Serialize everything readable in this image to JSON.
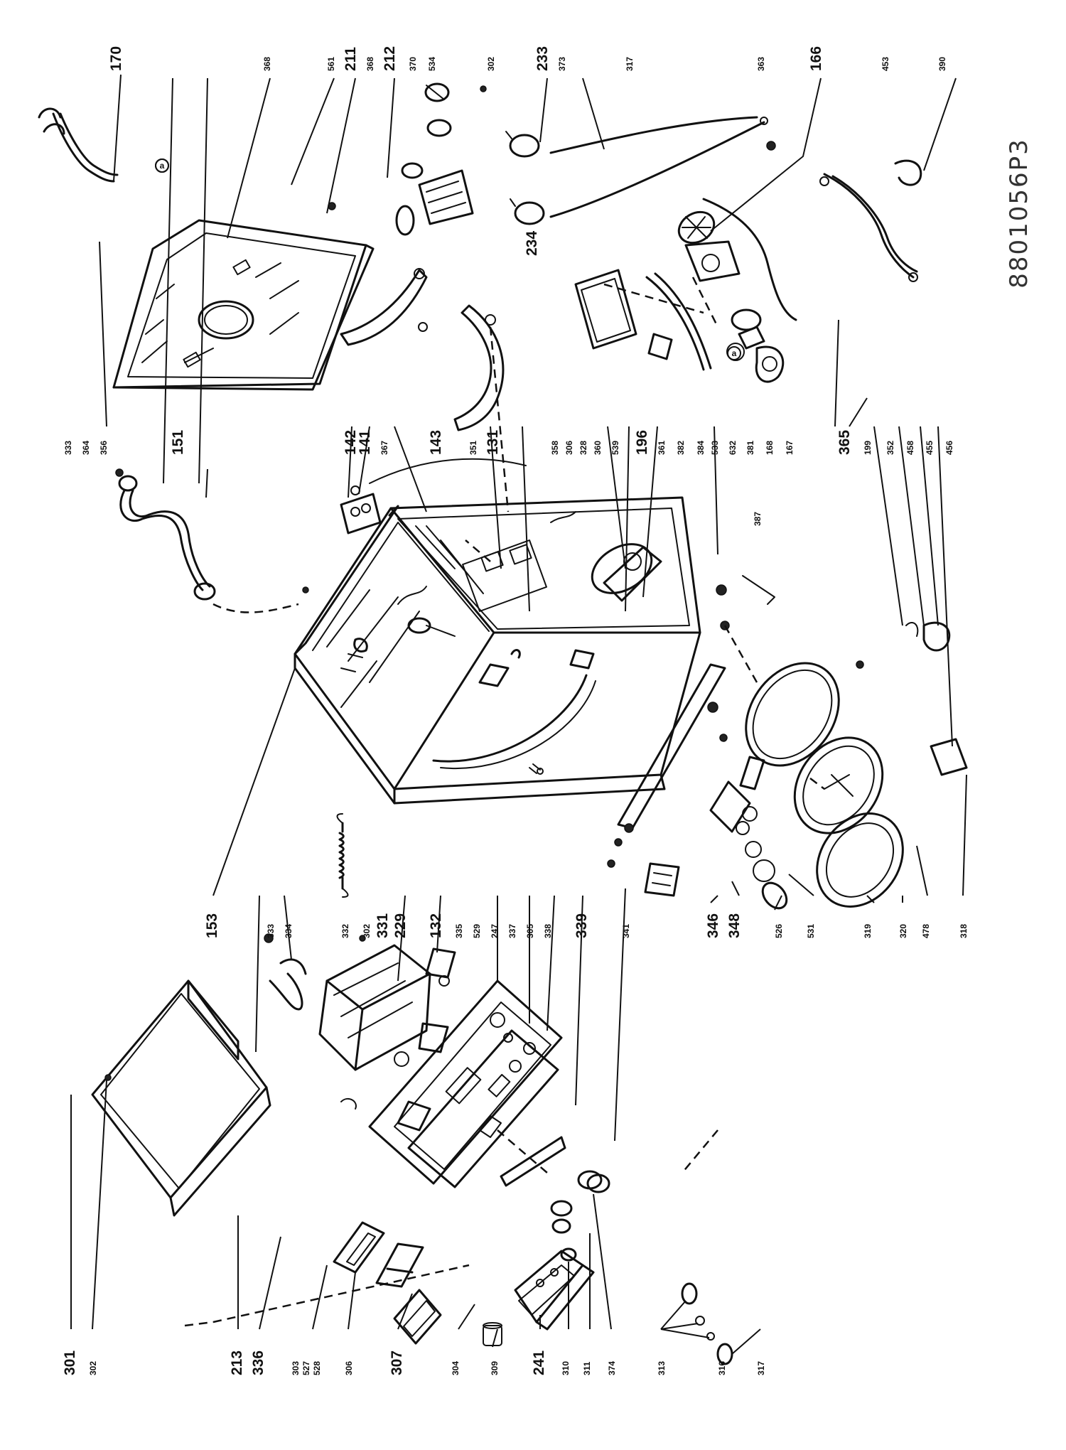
{
  "drawing_code": "8801056P3",
  "labels_rear": [
    "170",
    "368",
    "561",
    "211",
    "368",
    "212",
    "370",
    "534",
    "302",
    "233",
    "373",
    "317",
    "363",
    "166",
    "453",
    "390"
  ],
  "labels_rear_lower": [
    "234"
  ],
  "labels_mid_left": [
    "333",
    "364",
    "356",
    "151",
    "142",
    "141",
    "367",
    "143"
  ],
  "labels_mid": [
    "351",
    "131",
    "358",
    "306",
    "328",
    "360",
    "196",
    "361",
    "382",
    "384",
    "539",
    "533",
    "632",
    "381",
    "168",
    "167",
    "387"
  ],
  "labels_front_right": [
    "365",
    "199",
    "352",
    "458",
    "455",
    "456"
  ],
  "labels_front": [
    "153",
    "332",
    "333",
    "334",
    "302",
    "331",
    "229",
    "132",
    "335",
    "529",
    "247",
    "337",
    "305",
    "338",
    "339",
    "341",
    "346",
    "348",
    "526",
    "531",
    "319",
    "320",
    "478",
    "318"
  ],
  "labels_front_lower": [
    "301",
    "302",
    "213",
    "336",
    "303",
    "527",
    "528",
    "306",
    "307",
    "304",
    "309",
    "241",
    "310",
    "311",
    "374",
    "313",
    "316",
    "317"
  ],
  "callout_letter": "a"
}
